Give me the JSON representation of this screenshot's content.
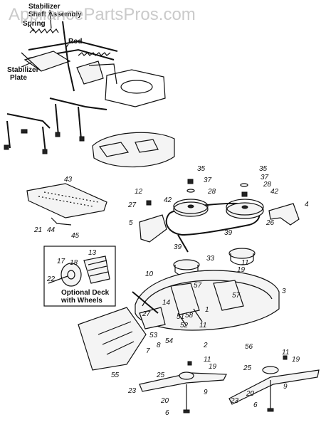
{
  "watermark": "AppliancePartsPros.com",
  "named_labels": {
    "stabilizer_shaft": "Stabilizer\nShaft Assembly",
    "spring": "Spring",
    "rod": "Rod",
    "stabilizer_plate": "Stabilizer\nPlate"
  },
  "inset": {
    "title": "Optional Deck\nwith Wheels"
  },
  "part_numbers": {
    "p35a": "35",
    "p37a": "37",
    "p28a": "28",
    "p12": "12",
    "p27a": "27",
    "p42a": "42",
    "p35b": "35",
    "p37b": "37",
    "p28b": "28",
    "p42b": "42",
    "p4": "4",
    "p43": "43",
    "p5": "5",
    "p26": "26",
    "p21": "21",
    "p44": "44",
    "p45": "45",
    "p39a": "39",
    "p39b": "39",
    "p13": "13",
    "p17": "17",
    "p18": "18",
    "p33": "33",
    "p22": "22",
    "p11a": "11",
    "p19a": "19",
    "p10": "10",
    "p57a": "57",
    "p3": "3",
    "p1": "1",
    "p57b": "57",
    "p14": "14",
    "p27b": "27",
    "p11b": "11",
    "p51": "51",
    "p58": "58",
    "p52": "52",
    "p53": "53",
    "p54": "54",
    "p8": "8",
    "p7": "7",
    "p2": "2",
    "p56": "56",
    "p11c": "11",
    "p19b": "19",
    "p11d": "11",
    "p19c": "19",
    "p55": "55",
    "p25a": "25",
    "p25b": "25",
    "p23a": "23",
    "p9a": "9",
    "p23b": "23",
    "p20a": "20",
    "p20b": "20",
    "p9b": "9",
    "p6a": "6",
    "p6b": "6"
  }
}
